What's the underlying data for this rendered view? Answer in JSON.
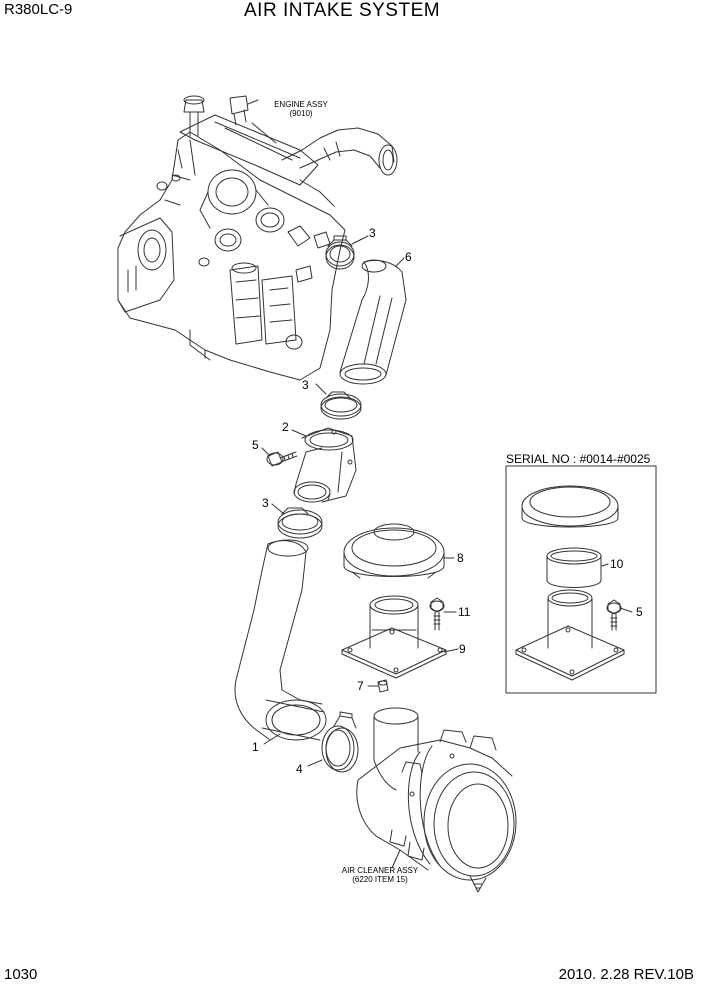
{
  "header": {
    "model": "R380LC-9",
    "title": "AIR INTAKE SYSTEM"
  },
  "footer": {
    "page_number": "1030",
    "revision": "2010. 2.28  REV.10B"
  },
  "labels": {
    "engine_assy_name": "ENGINE ASSY",
    "engine_assy_ref": "(9010)",
    "air_cleaner_name": "AIR CLEANER ASSY",
    "air_cleaner_ref": "(6220 ITEM 15)",
    "serial_range": "SERIAL NO : #0014-#0025"
  },
  "callouts": [
    "1",
    "2",
    "3",
    "4",
    "5",
    "6",
    "7",
    "8",
    "9",
    "10",
    "11"
  ],
  "colors": {
    "ink": "#000000",
    "paper": "#ffffff",
    "line": "#333333"
  }
}
